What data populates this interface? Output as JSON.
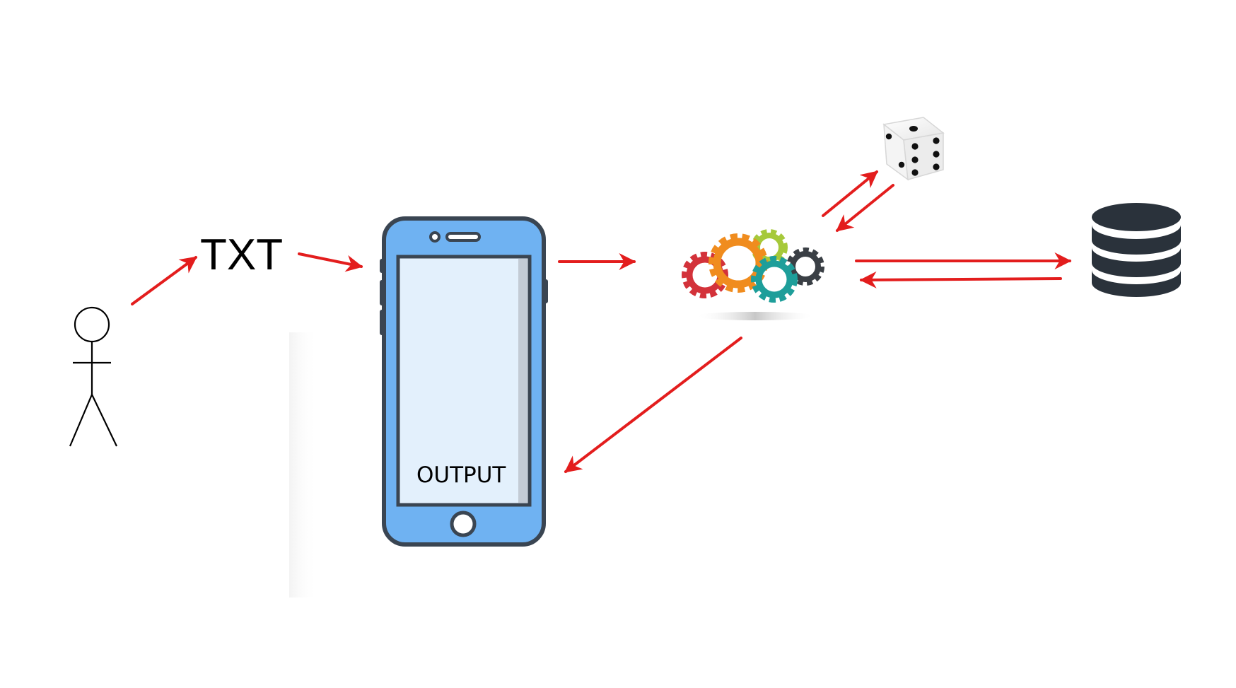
{
  "colors": {
    "arrow": "#e31d1d",
    "phone_body": "#6fb2f2",
    "phone_outline": "#3a4552",
    "phone_screen": "#e3f0fc",
    "database": "#2a323b",
    "dice_face": "#f4f4f4",
    "dice_pip": "#111111",
    "gear_colors": [
      "#d3323a",
      "#f08c1e",
      "#a6c93a",
      "#1e9e9a",
      "#3a3f45"
    ]
  },
  "nodes": {
    "user": {
      "icon": "stick-figure-icon"
    },
    "text_input": {
      "label": "TXT"
    },
    "phone": {
      "icon": "smartphone-icon",
      "screen_label": "OUTPUT"
    },
    "processing": {
      "icon": "gears-icon"
    },
    "randomness": {
      "icon": "dice-icon"
    },
    "storage": {
      "icon": "database-icon"
    }
  },
  "edges": [
    {
      "from": "user",
      "to": "text_input"
    },
    {
      "from": "text_input",
      "to": "phone"
    },
    {
      "from": "phone",
      "to": "processing"
    },
    {
      "from": "processing",
      "to": "randomness"
    },
    {
      "from": "randomness",
      "to": "processing"
    },
    {
      "from": "processing",
      "to": "storage"
    },
    {
      "from": "storage",
      "to": "processing"
    },
    {
      "from": "processing",
      "to": "phone"
    }
  ]
}
